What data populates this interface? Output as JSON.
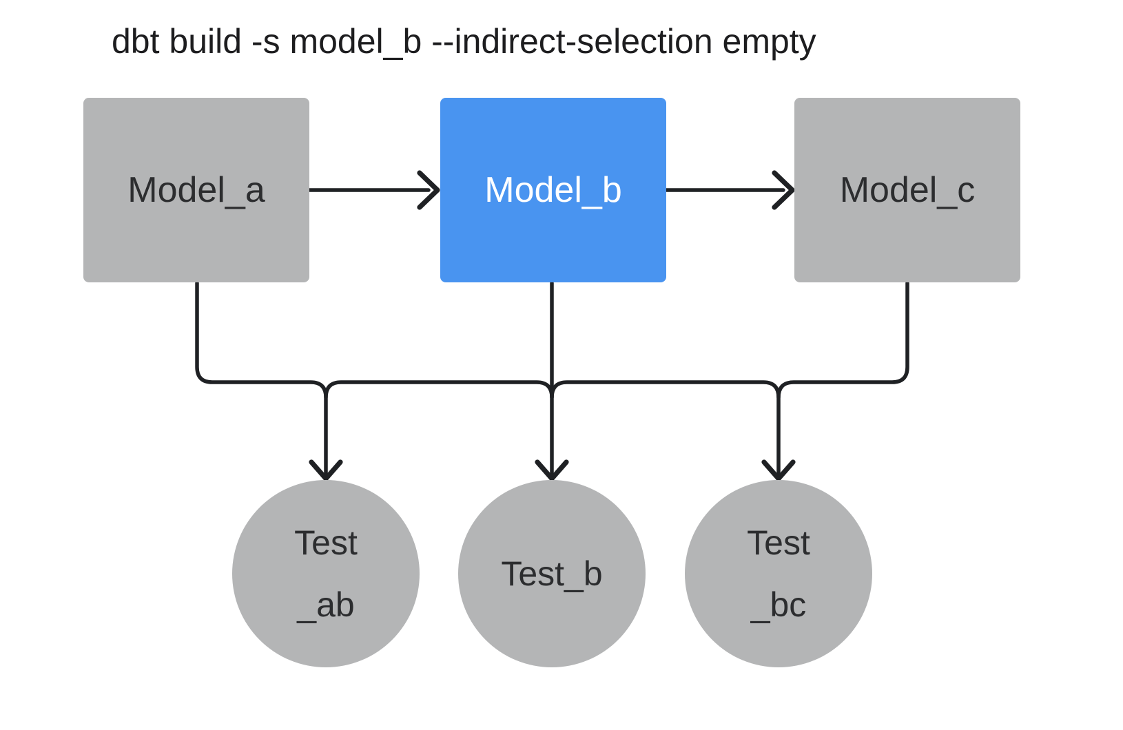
{
  "title": "dbt build -s model_b --indirect-selection empty",
  "colors": {
    "background": "#ffffff",
    "box_gray": "#b4b5b6",
    "box_blue": "#4994f0",
    "line": "#1f2124",
    "text_dark": "#2c2d2f",
    "text_light": "#ffffff",
    "title_text": "#1d1d1f"
  },
  "diagram": {
    "models": [
      {
        "id": "model_a",
        "label": "Model_a",
        "selected": false
      },
      {
        "id": "model_b",
        "label": "Model_b",
        "selected": true
      },
      {
        "id": "model_c",
        "label": "Model_c",
        "selected": false
      }
    ],
    "tests": [
      {
        "id": "test_ab",
        "lines": [
          "Test",
          "_ab"
        ]
      },
      {
        "id": "test_b",
        "lines": [
          "Test_b"
        ]
      },
      {
        "id": "test_bc",
        "lines": [
          "Test",
          "_bc"
        ]
      }
    ],
    "edges": [
      {
        "from": "model_a",
        "to": "model_b"
      },
      {
        "from": "model_b",
        "to": "model_c"
      },
      {
        "from": "model_a",
        "to": "test_ab"
      },
      {
        "from": "model_b",
        "to": "test_ab"
      },
      {
        "from": "model_b",
        "to": "test_b"
      },
      {
        "from": "model_b",
        "to": "test_bc"
      },
      {
        "from": "model_c",
        "to": "test_bc"
      }
    ]
  }
}
